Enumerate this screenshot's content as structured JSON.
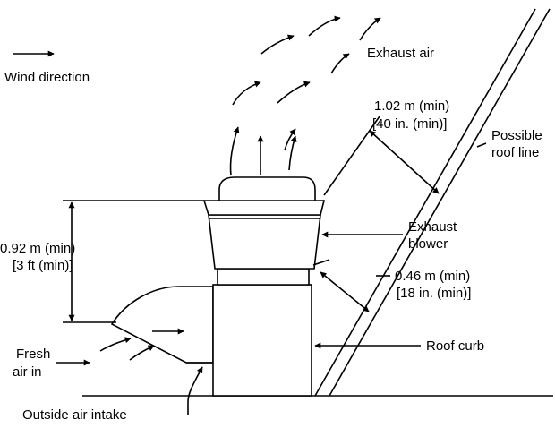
{
  "labels": {
    "wind_direction": "Wind direction",
    "exhaust_air": "Exhaust air",
    "clearance_top_line1": "1.02 m (min)",
    "clearance_top_line2": "[40 in. (min)]",
    "possible_roof_line_1": "Possible",
    "possible_roof_line_2": "roof line",
    "exhaust_blower_1": "Exhaust",
    "exhaust_blower_2": "blower",
    "height_line1": "0.92 m (min)",
    "height_line2": "[3 ft (min)]",
    "clearance_side_line1": "0.46 m (min)",
    "clearance_side_line2": "[18 in. (min)]",
    "roof_curb": "Roof curb",
    "fresh_air_1": "Fresh",
    "fresh_air_2": "air in",
    "outside_air_intake": "Outside air intake"
  }
}
